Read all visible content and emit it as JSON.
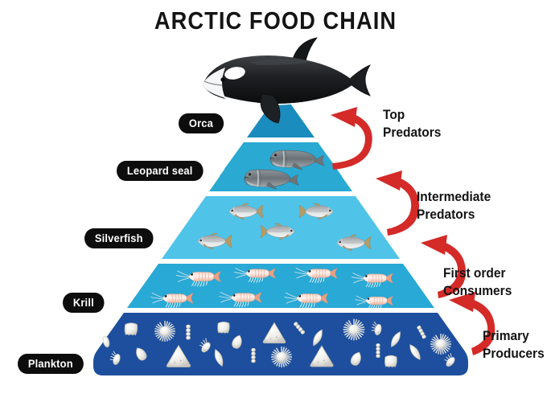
{
  "page": {
    "title": "ARCTIC FOOD CHAIN",
    "background_color": "#ffffff"
  },
  "diagram": {
    "type": "trophic-pyramid",
    "orientation": "apex-up",
    "level_count": 5,
    "arrow_color": "#d42a28",
    "arrow_direction": "points-left-and-up (energy flows from lower level to higher level)",
    "badge_bg_color": "#0d0d0d",
    "badge_text_color": "#ffffff"
  },
  "levels": [
    {
      "index": 1,
      "rank": "apex",
      "organism_label": "Orca",
      "role_label": "Top\nPredators",
      "tier_color": "#1b8cbe",
      "organism_count": 1,
      "organism_icon": "orca-icon"
    },
    {
      "index": 2,
      "rank": "secondary",
      "organism_label": "Leopard seal",
      "role_label": "Intermediate\nPredators",
      "tier_color": "#2aa9d3",
      "organism_count": 2,
      "organism_icon": "seal-icon"
    },
    {
      "index": 3,
      "rank": "tertiary",
      "organism_label": "Silverfish",
      "role_label": "",
      "tier_color": "#4fc3e8",
      "organism_count": 5,
      "organism_icon": "fish-icon"
    },
    {
      "index": 4,
      "rank": "primary-consumer",
      "organism_label": "Krill",
      "role_label": "First order\nConsumers",
      "tier_color": "#29a9d6",
      "organism_count": 8,
      "organism_icon": "krill-icon"
    },
    {
      "index": 5,
      "rank": "producer",
      "organism_label": "Plankton",
      "role_label": "Primary\nProducers",
      "tier_color": "#1d4f9e",
      "organism_count": 28,
      "organism_icon": "plankton-icon"
    }
  ],
  "role_labels": {
    "top_predators": "Top\nPredators",
    "intermediate_predators": "Intermediate\nPredators",
    "first_order_consumers": "First order\nConsumers",
    "primary_producers": "Primary\nProducers"
  },
  "organism_labels": {
    "orca": "Orca",
    "leopard_seal": "Leopard seal",
    "silverfish": "Silverfish",
    "krill": "Krill",
    "plankton": "Plankton"
  }
}
